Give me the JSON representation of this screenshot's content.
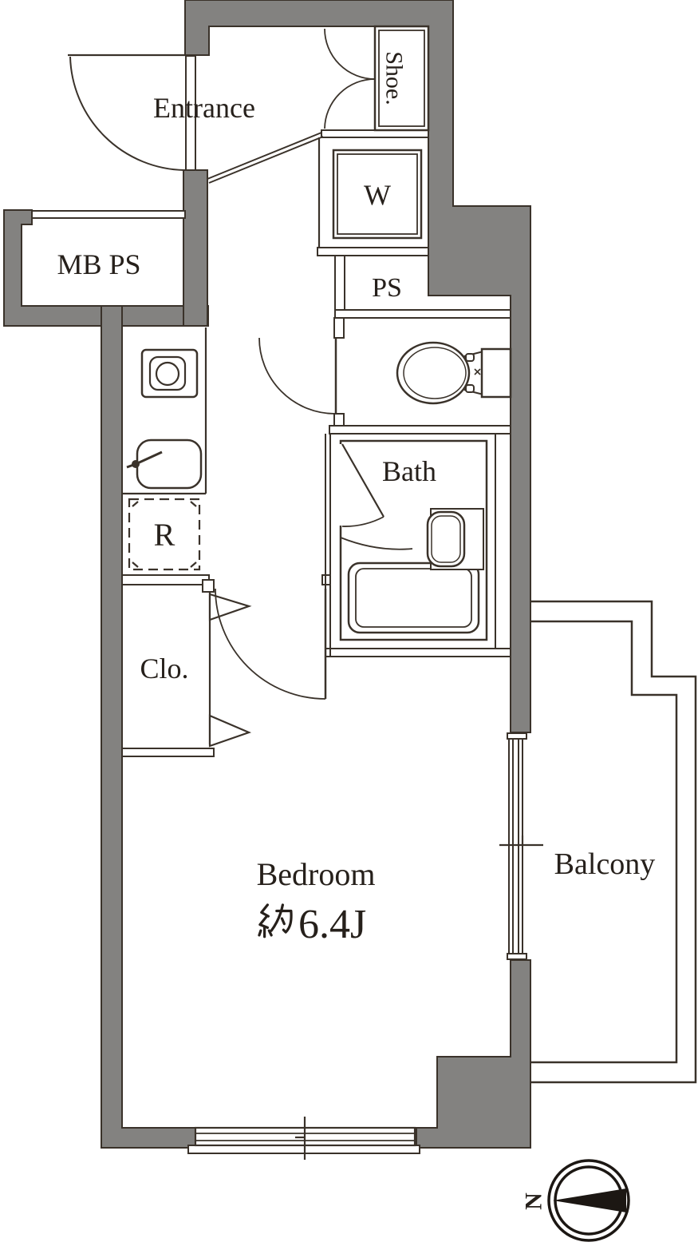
{
  "floor_plan": {
    "rooms": {
      "entrance": {
        "label": "Entrance"
      },
      "shoe_cabinet": {
        "label": "Shoe."
      },
      "washing_machine": {
        "label": "W"
      },
      "meter_box_pipe_space": {
        "label": "MB PS"
      },
      "pipe_space": {
        "label": "PS"
      },
      "bath": {
        "label": "Bath"
      },
      "refrigerator_space": {
        "label": "R"
      },
      "closet": {
        "label": "Clo."
      },
      "bedroom": {
        "label": "Bedroom",
        "size_label": "約6.4J",
        "size_prefix_kanji": "約",
        "size_value": "6.4J"
      },
      "balcony": {
        "label": "Balcony"
      }
    },
    "compass": {
      "north_label": "N",
      "direction": "north-points-left"
    },
    "colors": {
      "wall_fill": "#838280",
      "line": "#3a322a",
      "text": "#26201b",
      "background": "#ffffff"
    }
  }
}
